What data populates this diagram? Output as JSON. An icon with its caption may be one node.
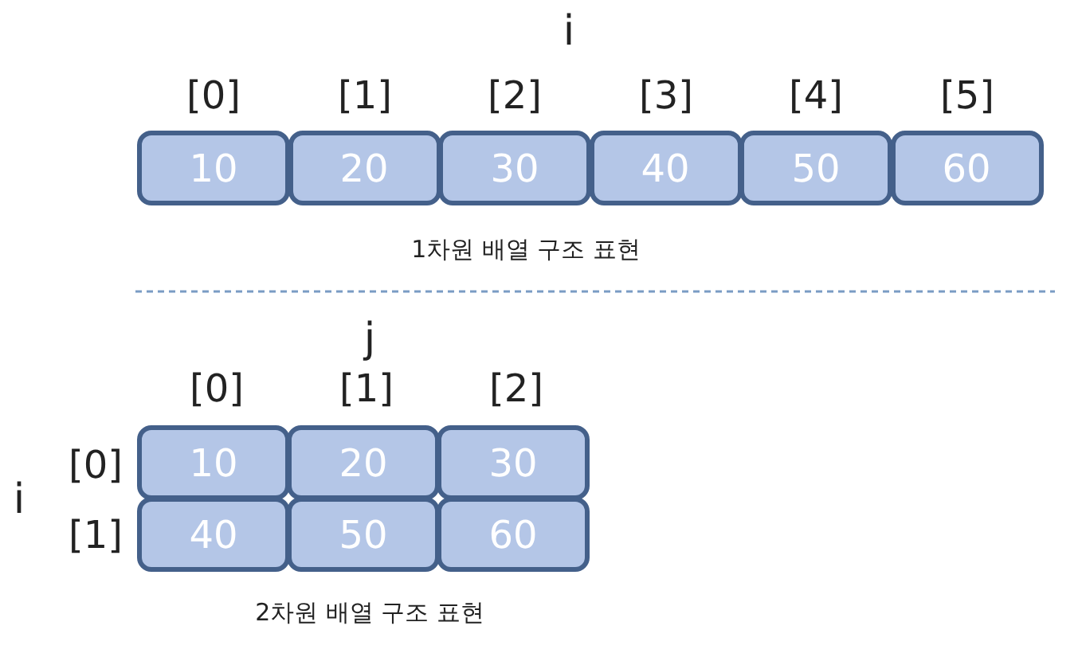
{
  "diagram": {
    "nodes": [
      {
        "text": [
          "10"
        ]
      },
      {
        "text": [
          "20"
        ]
      },
      {
        "text": [
          "30"
        ]
      },
      {
        "text": [
          "40"
        ]
      },
      {
        "text": [
          "50"
        ]
      },
      {
        "text": [
          "60"
        ]
      },
      {
        "text": [
          "10"
        ]
      },
      {
        "text": [
          "20"
        ]
      },
      {
        "text": [
          "30"
        ]
      },
      {
        "text": [
          "40"
        ]
      },
      {
        "text": [
          "50"
        ]
      },
      {
        "text": [
          "60"
        ]
      }
    ],
    "edges": [],
    "labels": [
      "i",
      "[0]",
      "[1]",
      "[2]",
      "[3]",
      "[4]",
      "[5]",
      "1차원 배열 구조 표현",
      "j",
      "[0]",
      "[1]",
      "[2]",
      "i",
      "[0]",
      "[1]",
      "2차원 배열 구조 표현"
    ]
  }
}
